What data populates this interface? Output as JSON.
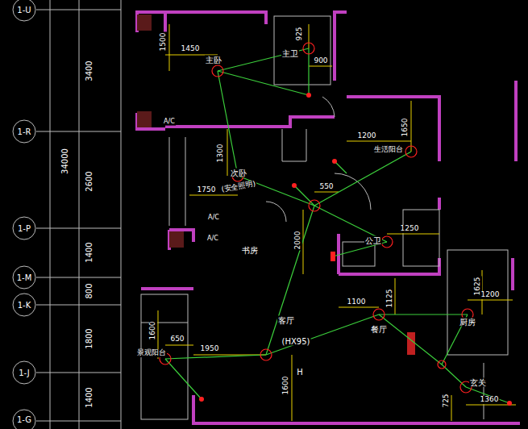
{
  "diagram": {
    "labels": [
      "1-U",
      "1-R",
      "1-P",
      "1-M",
      "1-K",
      "1-J",
      "1-G",
      "34000",
      "3400",
      "2600",
      "1400",
      "800",
      "1800",
      "1400",
      "主卧",
      "主卫",
      "生活阳台",
      "次卧",
      "(安全照明)",
      "书房",
      "公卫",
      "客厅",
      "(HX95)",
      "餐厅",
      "厨房",
      "景观阳台",
      "玄关",
      "H",
      "A/C",
      "A/C",
      "A/C",
      "1450",
      "1500",
      "925",
      "900",
      "1200",
      "1650",
      "1300",
      "1750",
      "550",
      "2000",
      "1250",
      "1100",
      "1125",
      "1625",
      "1200",
      "1600",
      "650",
      "1950",
      "1600",
      "725",
      "1360"
    ]
  }
}
